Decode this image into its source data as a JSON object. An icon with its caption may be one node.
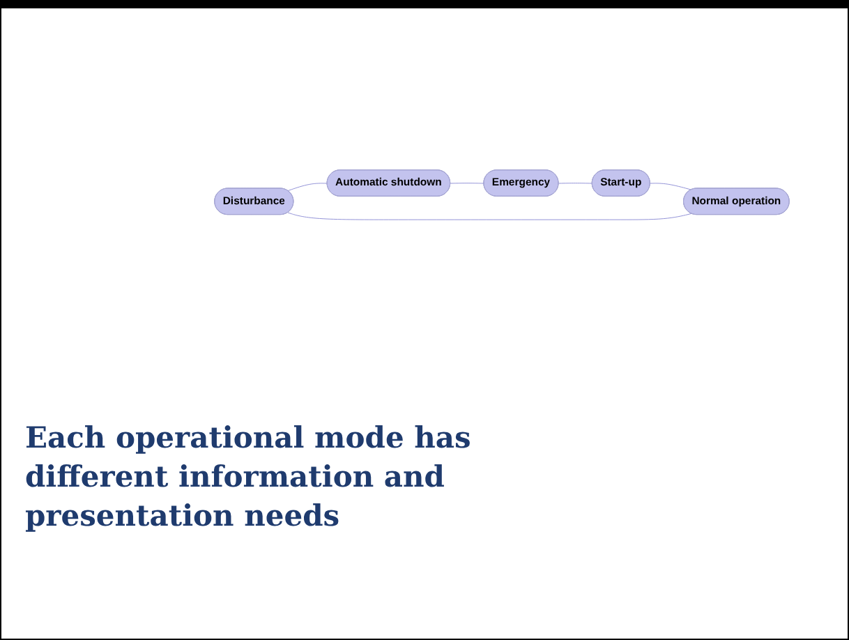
{
  "diagram": {
    "caption": "Each operational mode has different information and presentation needs",
    "nodes": [
      {
        "text": [
          "Disturbance"
        ]
      },
      {
        "text": [
          "Automatic shutdown"
        ]
      },
      {
        "text": [
          "Emergency"
        ]
      },
      {
        "text": [
          "Start-up"
        ]
      },
      {
        "text": [
          "Normal operation"
        ]
      }
    ],
    "edges": [
      {
        "from": 0,
        "to": 1,
        "arrow": "none"
      },
      {
        "from": 1,
        "to": 2,
        "arrow": "none"
      },
      {
        "from": 2,
        "to": 3,
        "arrow": "none"
      },
      {
        "from": 3,
        "to": 4,
        "arrow": "none"
      },
      {
        "from": 4,
        "to": 0,
        "arrow": "none"
      }
    ]
  }
}
